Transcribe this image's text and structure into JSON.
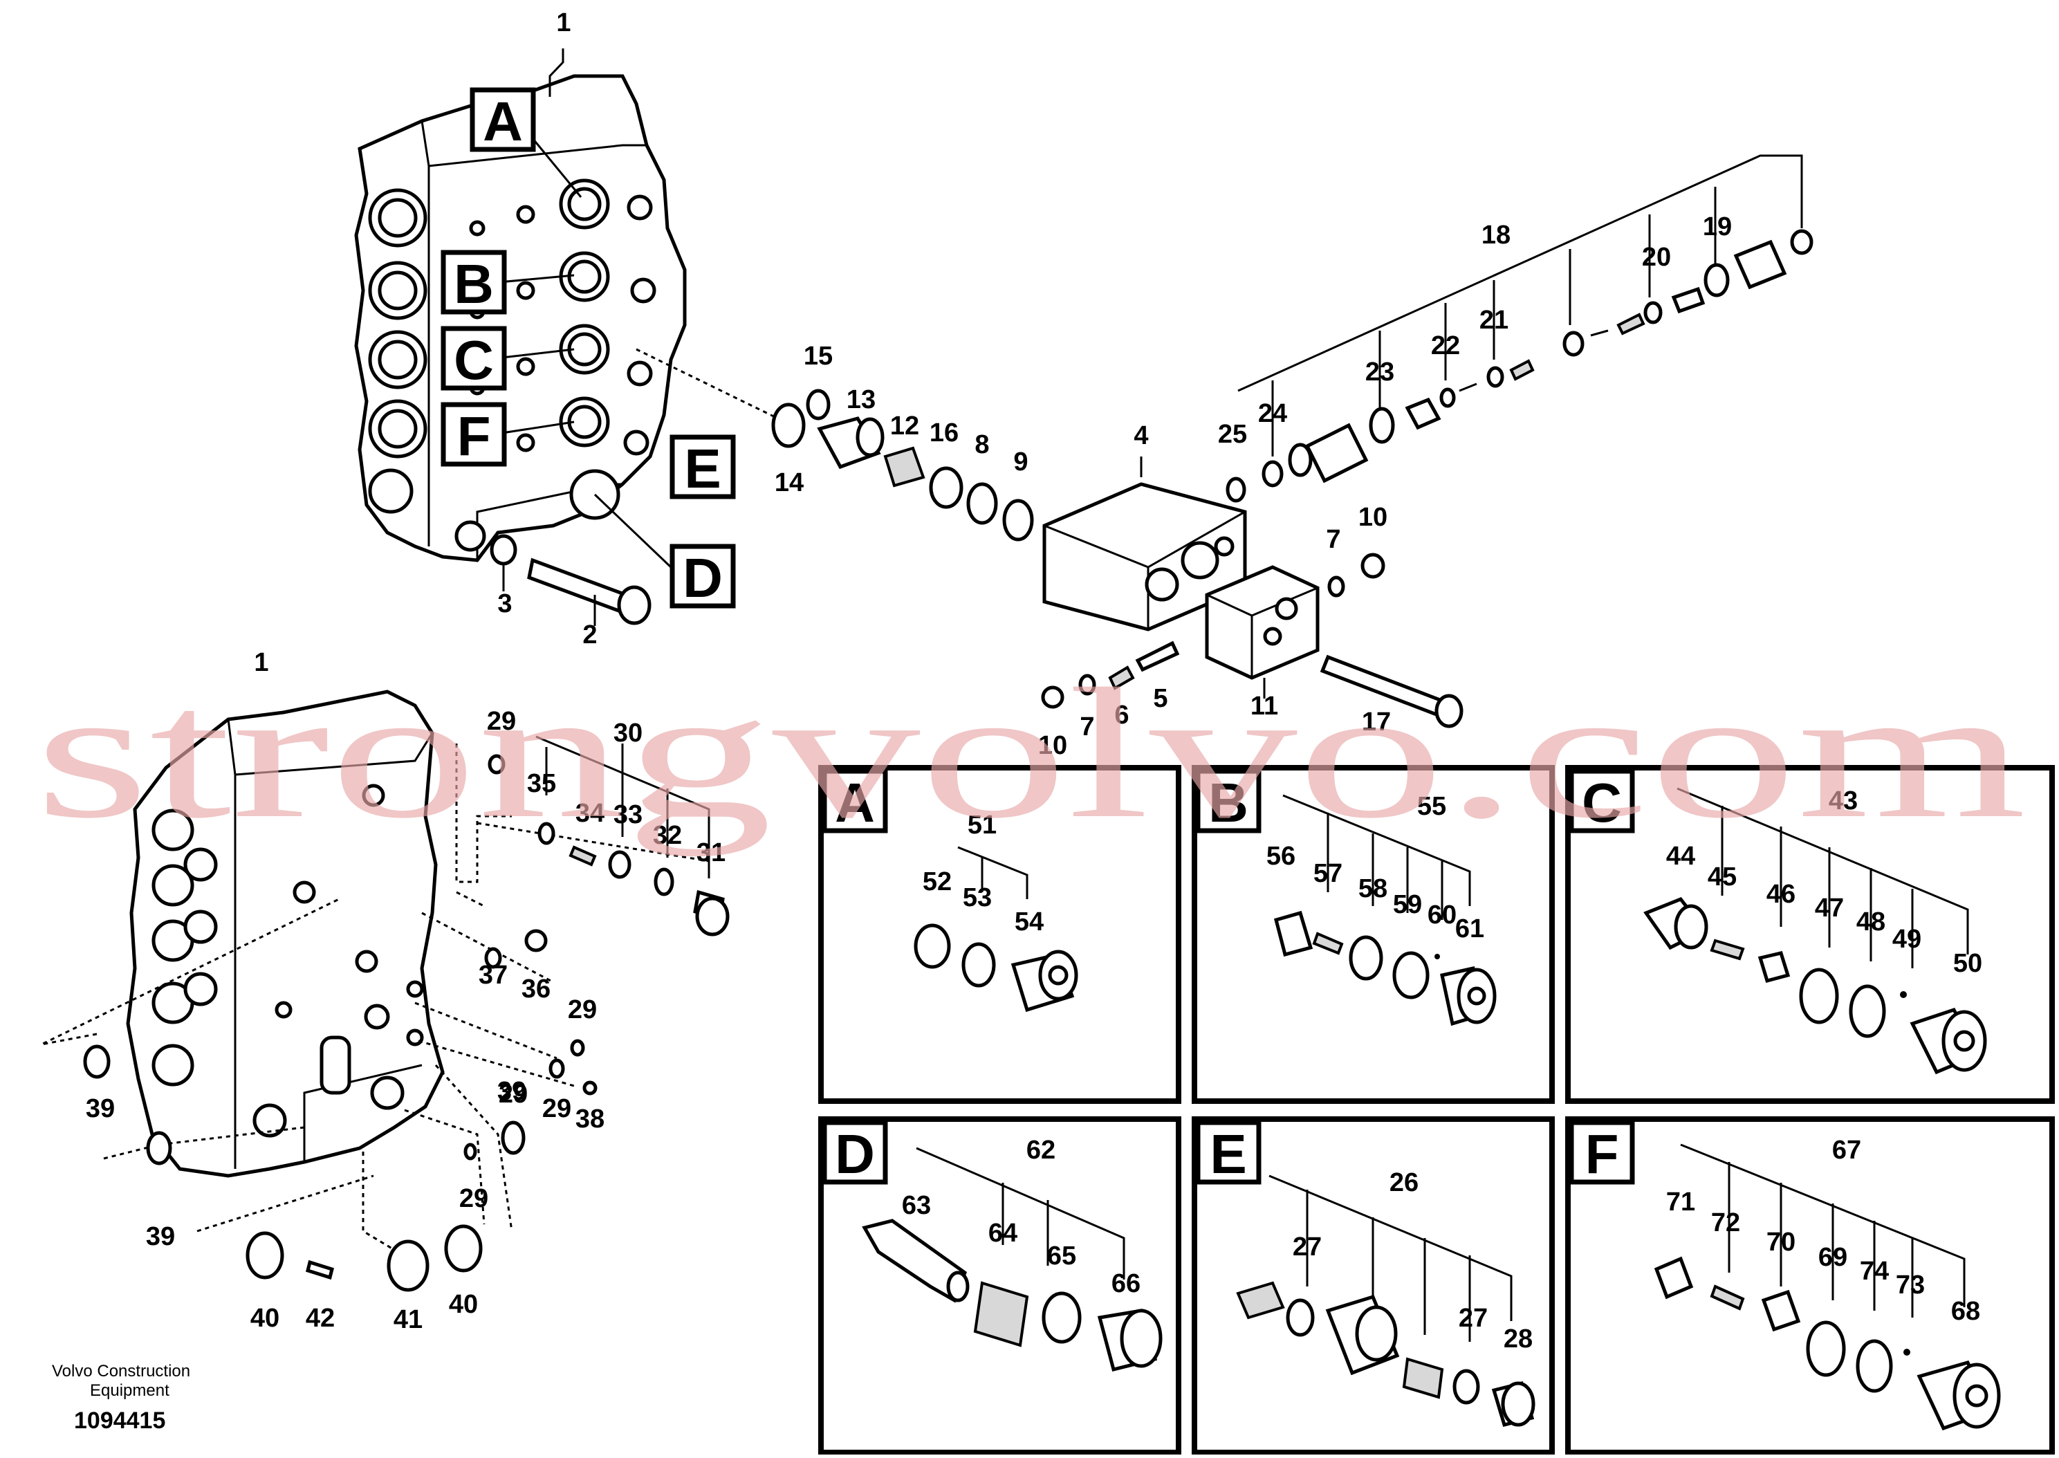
{
  "watermark": "strongvolvo.com",
  "footer": {
    "brand_line1": "Volvo Construction",
    "brand_line2": "Equipment",
    "doc_number": "1094415"
  },
  "callouts": {
    "upper": [
      "1",
      "2",
      "3",
      "4",
      "5",
      "6",
      "7",
      "7",
      "8",
      "9",
      "10",
      "10",
      "11",
      "12",
      "13",
      "14",
      "15",
      "16",
      "17",
      "18",
      "19",
      "20",
      "21",
      "22",
      "23",
      "24",
      "25"
    ],
    "lower": [
      "1",
      "29",
      "30",
      "35",
      "34",
      "33",
      "32",
      "31",
      "37",
      "36",
      "29",
      "29",
      "39",
      "29",
      "38",
      "39",
      "29",
      "39",
      "40",
      "42",
      "41",
      "40"
    ]
  },
  "body_tags": [
    "A",
    "B",
    "C",
    "F",
    "E",
    "D"
  ],
  "panels": [
    {
      "id": "A",
      "numbers": [
        "51",
        "52",
        "53",
        "54"
      ]
    },
    {
      "id": "B",
      "numbers": [
        "55",
        "56",
        "57",
        "58",
        "59",
        "60",
        "61"
      ]
    },
    {
      "id": "C",
      "numbers": [
        "43",
        "44",
        "45",
        "46",
        "47",
        "48",
        "49",
        "50"
      ]
    },
    {
      "id": "D",
      "numbers": [
        "62",
        "63",
        "64",
        "65",
        "66"
      ]
    },
    {
      "id": "E",
      "numbers": [
        "26",
        "27",
        "27",
        "28"
      ]
    },
    {
      "id": "F",
      "numbers": [
        "67",
        "71",
        "72",
        "70",
        "69",
        "74",
        "73",
        "68"
      ]
    }
  ]
}
